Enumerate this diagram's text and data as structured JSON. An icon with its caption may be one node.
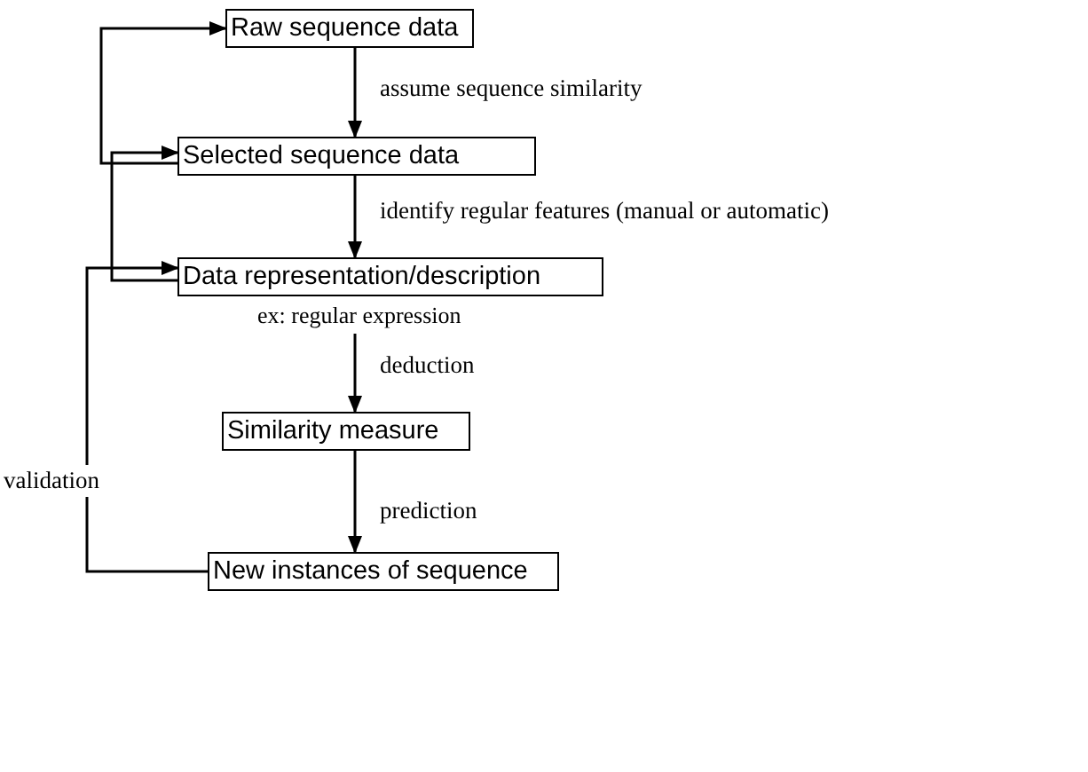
{
  "diagram": {
    "nodes": [
      {
        "text": [
          "Raw sequence data"
        ]
      },
      {
        "text": [
          "Selected sequence data"
        ]
      },
      {
        "text": [
          "Data representation/description"
        ],
        "beside": [
          "ex: regular expression"
        ]
      },
      {
        "text": [
          "Similarity measure"
        ]
      },
      {
        "text": [
          "New instances of sequence"
        ]
      }
    ],
    "edges": [
      {
        "from": 0,
        "to": 1,
        "arrow": "to",
        "label": "assume sequence similarity"
      },
      {
        "from": 1,
        "to": 2,
        "arrow": "to",
        "label": "identify regular features (manual or automatic)"
      },
      {
        "from": 2,
        "to": 3,
        "arrow": "to",
        "label": "deduction"
      },
      {
        "from": 3,
        "to": 4,
        "arrow": "to",
        "label": "prediction"
      },
      {
        "from": 1,
        "to": 0,
        "arrow": "to"
      },
      {
        "from": 2,
        "to": 1,
        "arrow": "to"
      },
      {
        "from": 4,
        "to": 2,
        "arrow": "to",
        "label": "validation"
      }
    ]
  }
}
